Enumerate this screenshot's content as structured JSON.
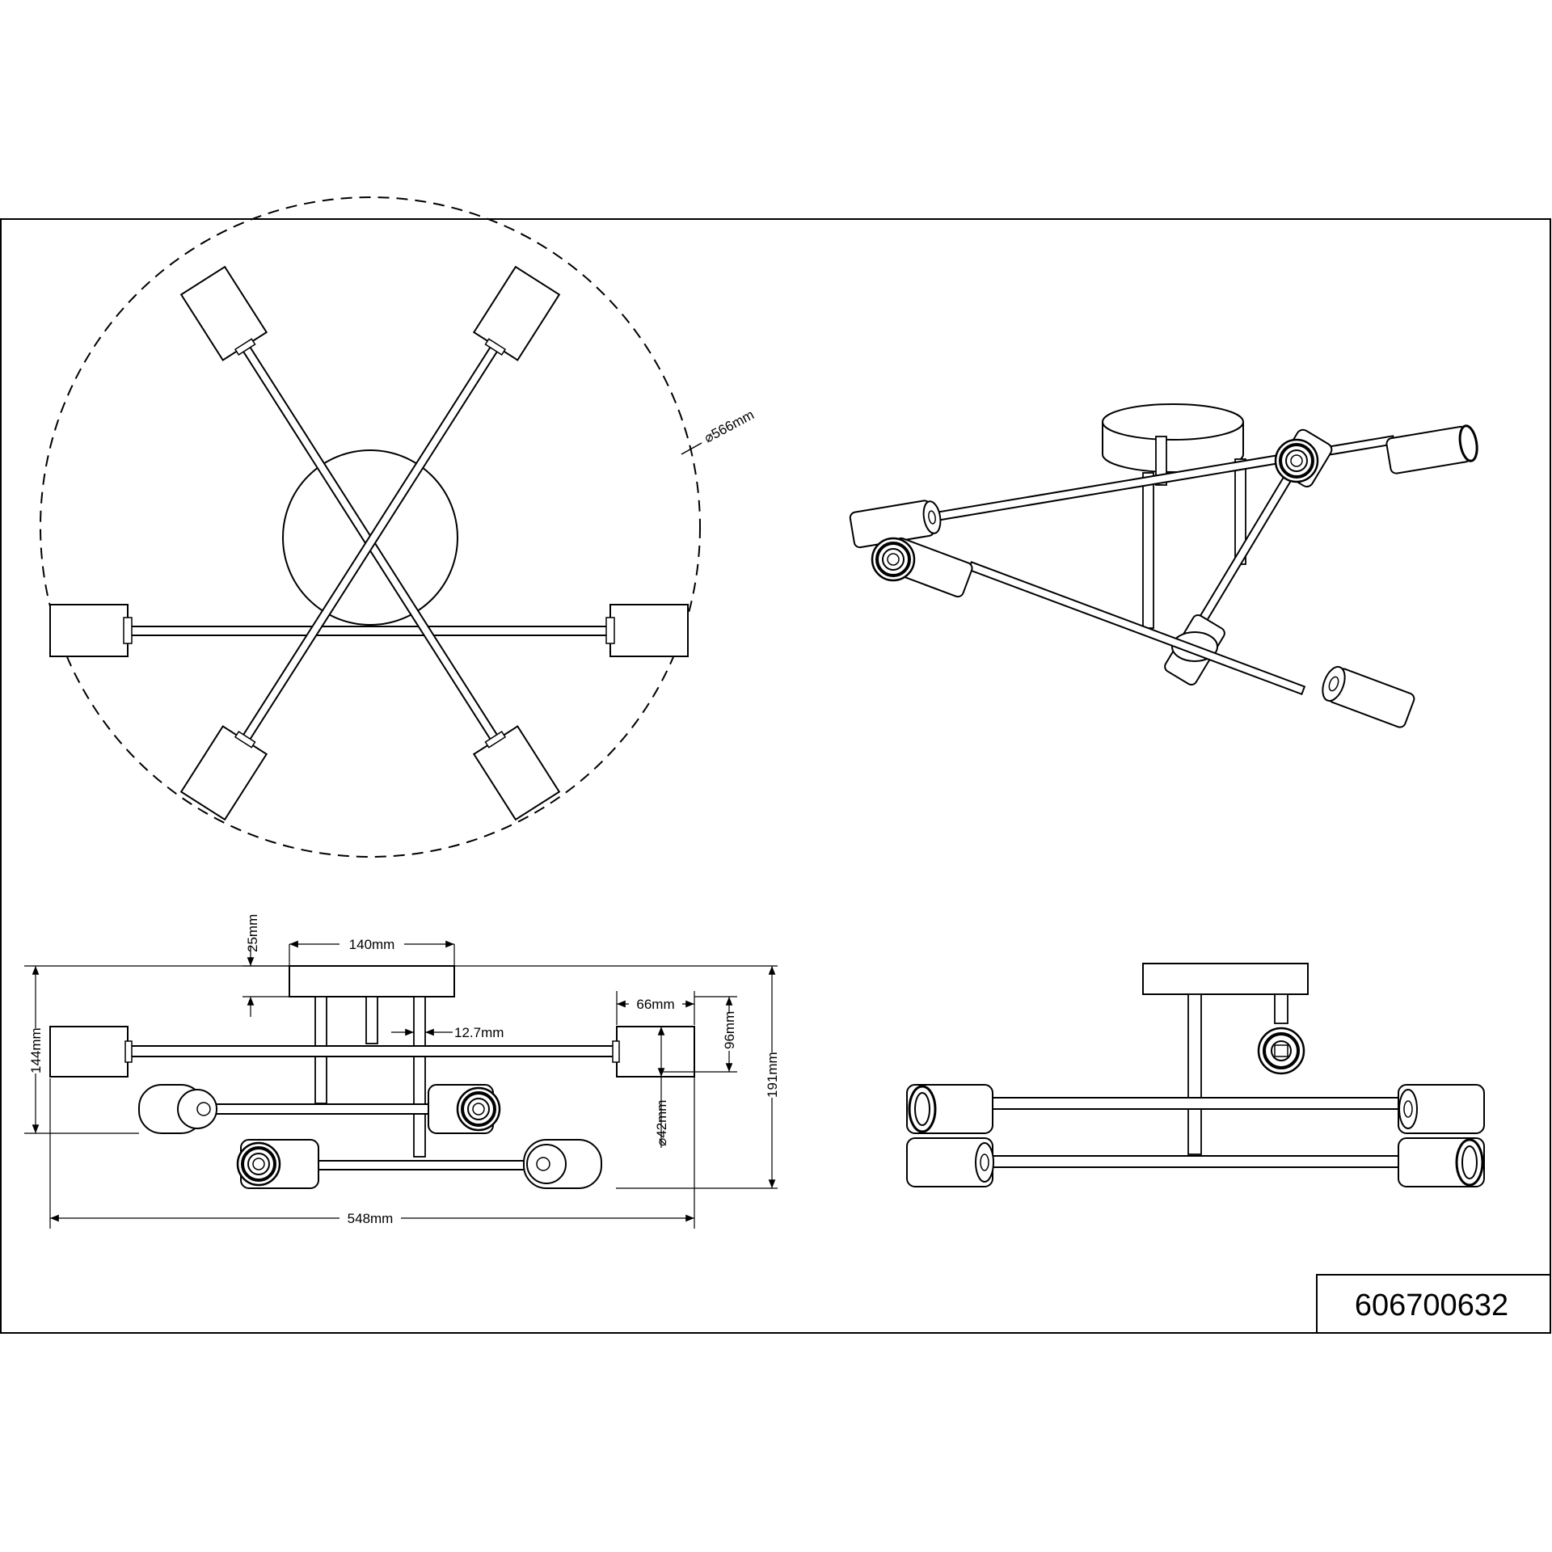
{
  "sheet": {
    "part_number": "606700632"
  },
  "top_view": {
    "diameter_label": "⌀566mm"
  },
  "front_view": {
    "canopy_width_label": "140mm",
    "canopy_height_label": "25mm",
    "socket_length_label": "66mm",
    "rod_diameter_label": "12.7mm",
    "socket_drop_label": "96mm",
    "arm_height_label": "144mm",
    "total_height_label": "191mm",
    "socket_diameter_label": "⌀42mm",
    "total_width_label": "548mm"
  },
  "iso_view": {},
  "side_view": {}
}
